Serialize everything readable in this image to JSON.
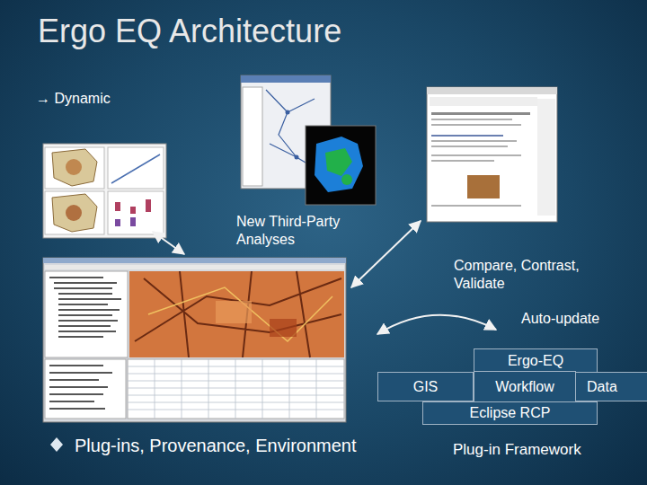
{
  "diagram": {
    "title": "Ergo EQ Architecture",
    "nodes": [
      {
        "text": [
          "Ergo-EQ"
        ]
      },
      {
        "text": [
          "GIS"
        ]
      },
      {
        "text": [
          "Workflow"
        ],
        "in": 0
      },
      {
        "text": [
          "Data"
        ]
      },
      {
        "text": [
          "Eclipse RCP"
        ]
      }
    ],
    "labels": [
      "→ Dynamic",
      "New Third-Party Analyses",
      "Compare, Contrast, Validate",
      "Auto-update",
      "Plug-ins, Provenance, Environment",
      "Plug-in Framework"
    ]
  }
}
